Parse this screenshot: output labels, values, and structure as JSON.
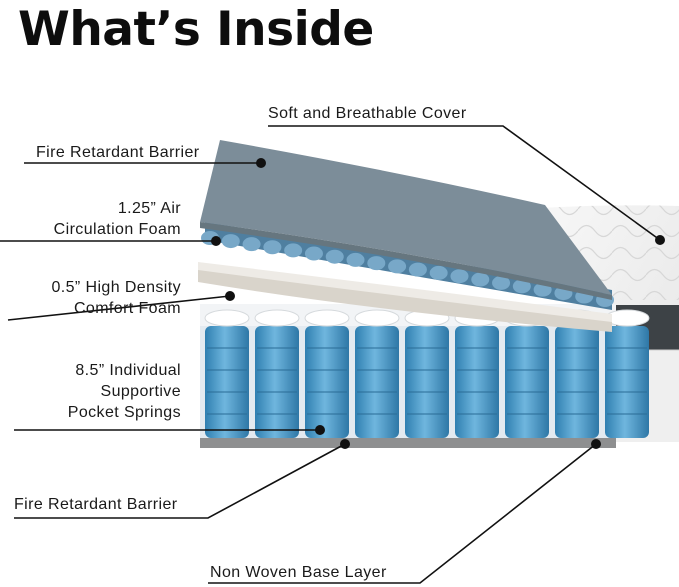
{
  "title": "What’s Inside",
  "layers": {
    "cover": "Soft and Breathable Cover",
    "fire_barrier_top": "Fire Retardant Barrier",
    "air_foam_line1": "1.25” Air",
    "air_foam_line2": "Circulation Foam",
    "comfort_foam_line1": "0.5” High Density",
    "comfort_foam_line2": "Comfort Foam",
    "springs_line1": "8.5” Individual",
    "springs_line2": "Supportive",
    "springs_line3": "Pocket Springs",
    "fire_barrier_bottom": "Fire Retardant Barrier",
    "base_layer": "Non Woven Base Layer"
  },
  "colors": {
    "barrier": "#7c8d99",
    "air_foam": "#5f8fb0",
    "comfort_foam": "#e4e0d9",
    "spring": "#4a9ac9",
    "cover": "#f1f1f1",
    "border_band": "#3d4246"
  }
}
